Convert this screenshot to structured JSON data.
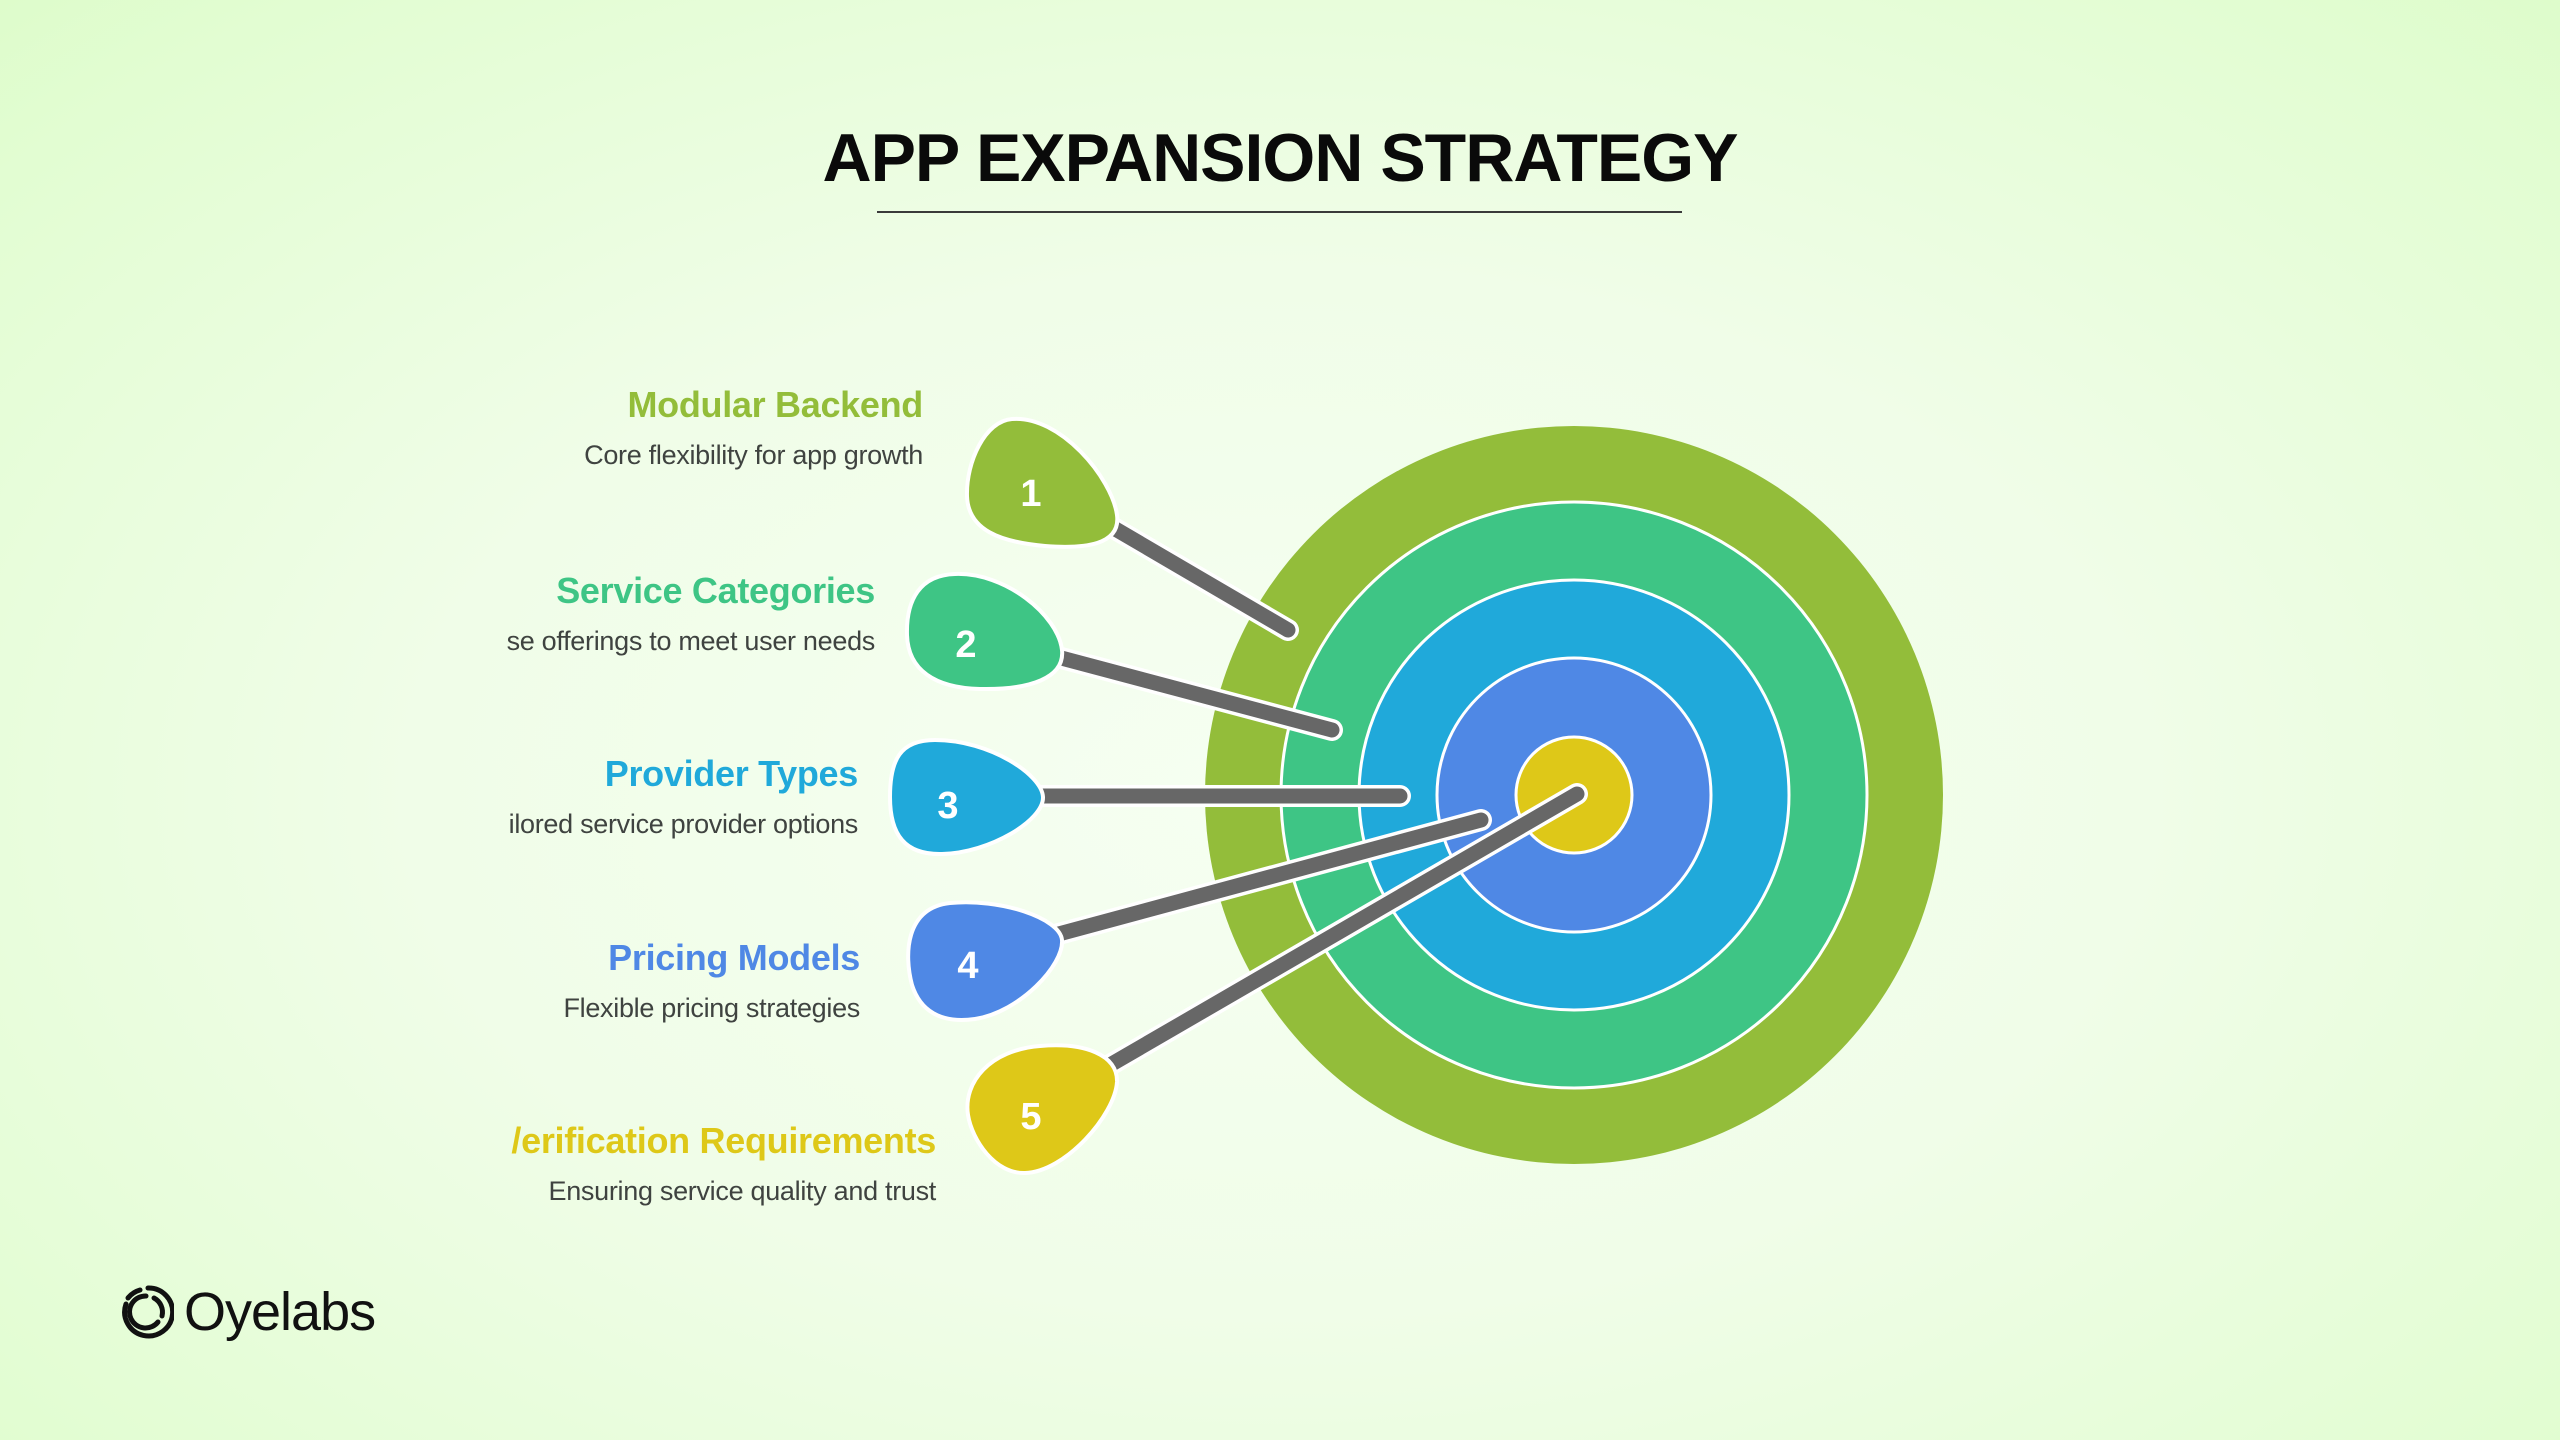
{
  "header": {
    "title": "APP EXPANSION STRATEGY"
  },
  "items": [
    {
      "number": "1",
      "title": "Modular Backend",
      "subtitle": "Core flexibility for app growth",
      "color": "#93bd3a"
    },
    {
      "number": "2",
      "title": "Service Categories",
      "subtitle": "se offerings to meet user needs",
      "color": "#3ec585"
    },
    {
      "number": "3",
      "title": "Provider Types",
      "subtitle": "ilored service provider options",
      "color": "#20a9da"
    },
    {
      "number": "4",
      "title": "Pricing Models",
      "subtitle": "Flexible pricing strategies",
      "color": "#4f88e5"
    },
    {
      "number": "5",
      "title": "/erification Requirements",
      "subtitle": "Ensuring service quality and trust",
      "color": "#dec818"
    }
  ],
  "target": {
    "rings": [
      "#93bd3a",
      "#3ec585",
      "#20a9da",
      "#4f88e5",
      "#dec818"
    ],
    "shaft_color": "#676767"
  },
  "brand": {
    "logo_text": "Oyelabs",
    "logo_icon": "oyelabs-ring-icon"
  }
}
